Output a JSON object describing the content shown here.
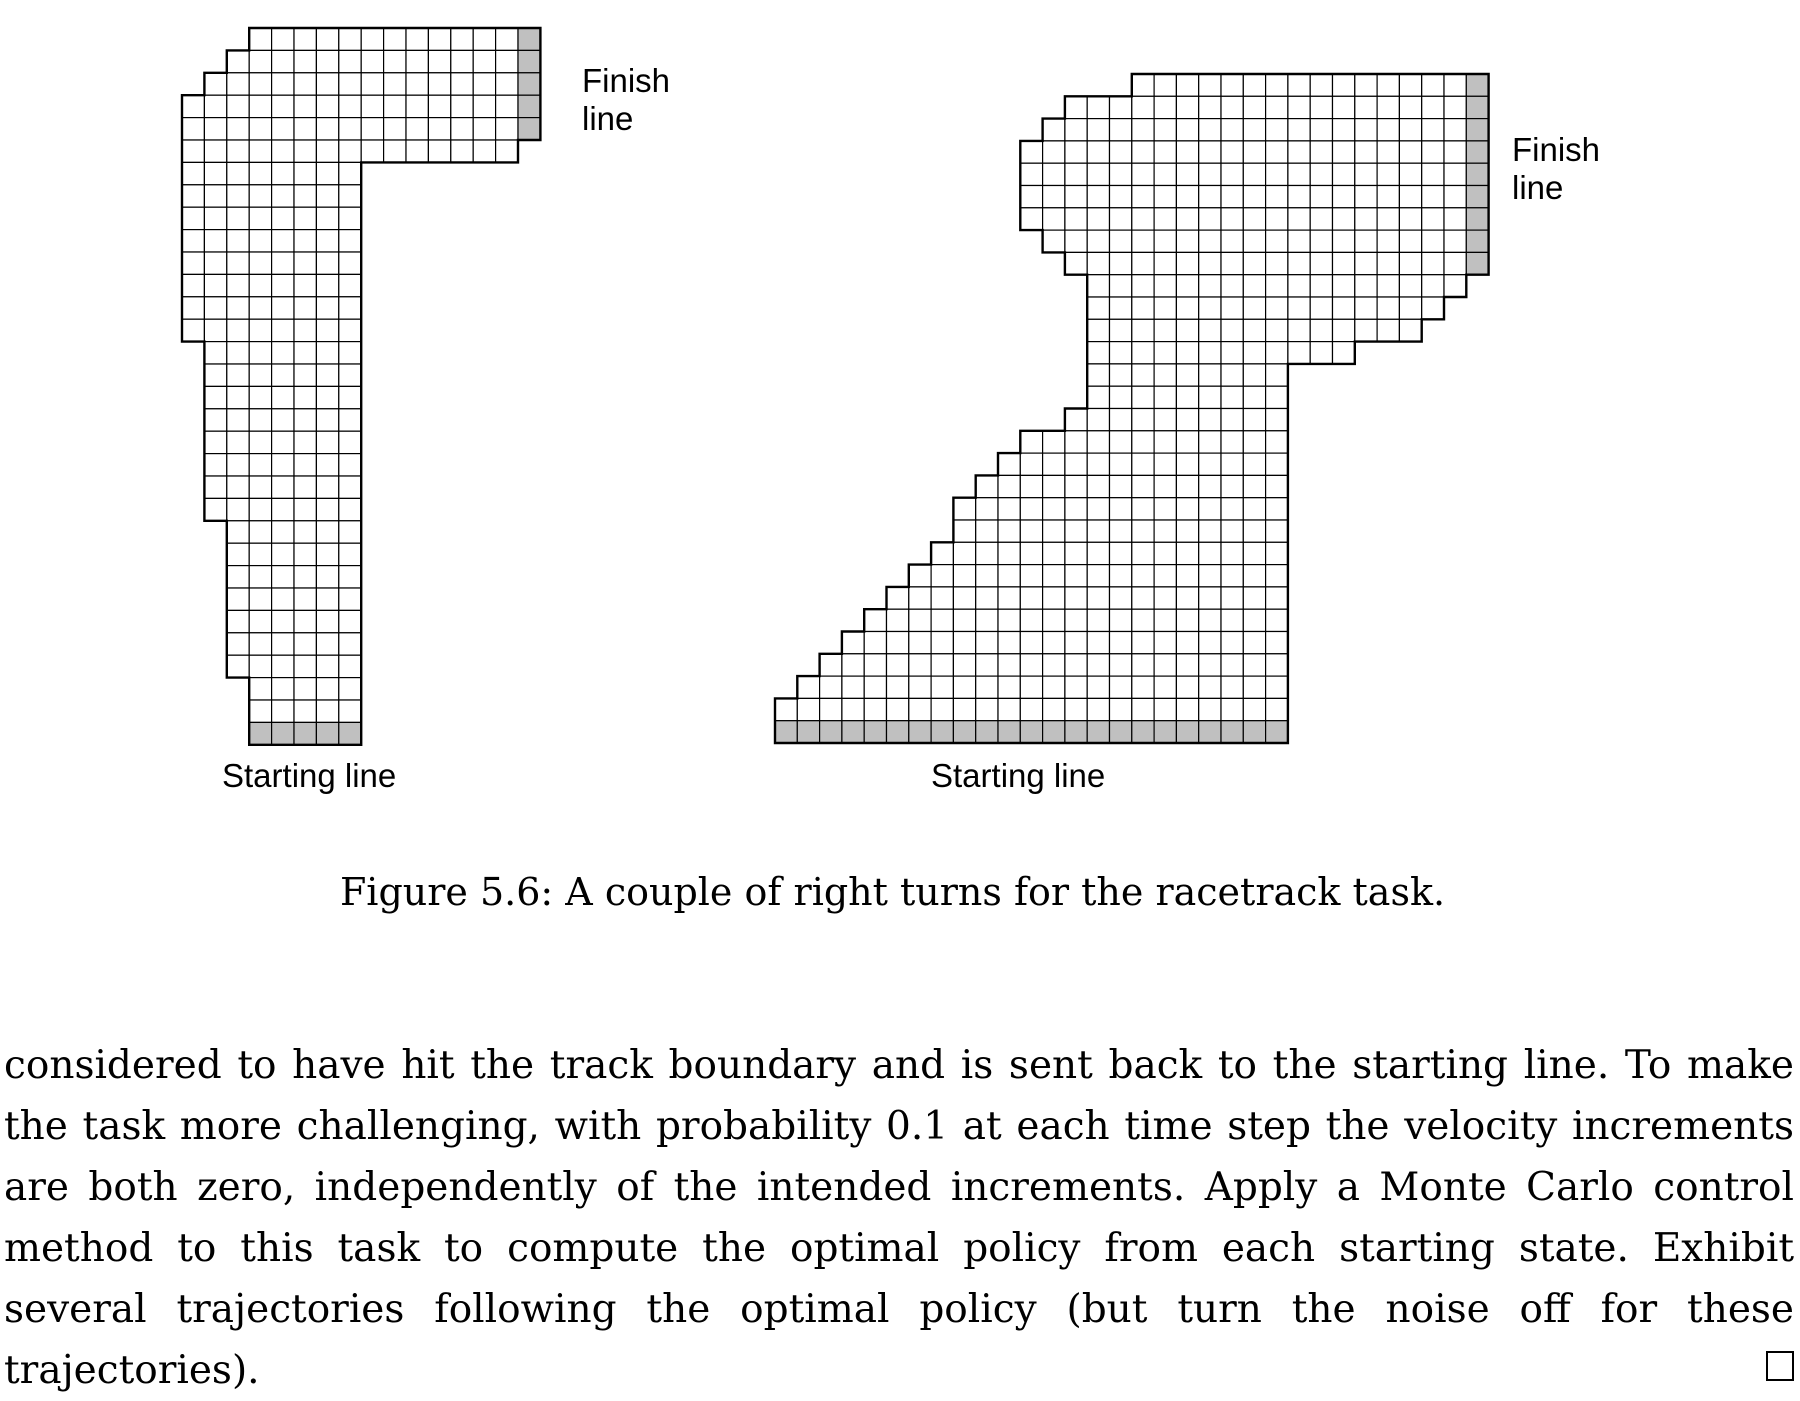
{
  "figure": {
    "left_track": {
      "finish_label": "Finish\nline",
      "start_label": "Starting line",
      "rows": [
        {
          "from": 3,
          "to": 16
        },
        {
          "from": 2,
          "to": 16
        },
        {
          "from": 1,
          "to": 16
        },
        {
          "from": 0,
          "to": 16
        },
        {
          "from": 0,
          "to": 16
        },
        {
          "from": 0,
          "to": 15
        },
        {
          "from": 0,
          "to": 8
        },
        {
          "from": 0,
          "to": 8
        },
        {
          "from": 0,
          "to": 8
        },
        {
          "from": 0,
          "to": 8
        },
        {
          "from": 0,
          "to": 8
        },
        {
          "from": 0,
          "to": 8
        },
        {
          "from": 0,
          "to": 8
        },
        {
          "from": 0,
          "to": 8
        },
        {
          "from": 1,
          "to": 8
        },
        {
          "from": 1,
          "to": 8
        },
        {
          "from": 1,
          "to": 8
        },
        {
          "from": 1,
          "to": 8
        },
        {
          "from": 1,
          "to": 8
        },
        {
          "from": 1,
          "to": 8
        },
        {
          "from": 1,
          "to": 8
        },
        {
          "from": 1,
          "to": 8
        },
        {
          "from": 2,
          "to": 8
        },
        {
          "from": 2,
          "to": 8
        },
        {
          "from": 2,
          "to": 8
        },
        {
          "from": 2,
          "to": 8
        },
        {
          "from": 2,
          "to": 8
        },
        {
          "from": 2,
          "to": 8
        },
        {
          "from": 2,
          "to": 8
        },
        {
          "from": 3,
          "to": 8
        },
        {
          "from": 3,
          "to": 8
        },
        {
          "from": 3,
          "to": 8
        }
      ]
    },
    "right_track": {
      "finish_label": "Finish\nline",
      "start_label": "Starting line",
      "rows": [
        {
          "from": 16,
          "to": 32
        },
        {
          "from": 13,
          "to": 32
        },
        {
          "from": 12,
          "to": 32
        },
        {
          "from": 11,
          "to": 32
        },
        {
          "from": 11,
          "to": 32
        },
        {
          "from": 11,
          "to": 32
        },
        {
          "from": 11,
          "to": 32
        },
        {
          "from": 12,
          "to": 32
        },
        {
          "from": 13,
          "to": 32
        },
        {
          "from": 14,
          "to": 31
        },
        {
          "from": 14,
          "to": 30
        },
        {
          "from": 14,
          "to": 29
        },
        {
          "from": 14,
          "to": 26
        },
        {
          "from": 14,
          "to": 23
        },
        {
          "from": 14,
          "to": 23
        },
        {
          "from": 13,
          "to": 23
        },
        {
          "from": 11,
          "to": 23
        },
        {
          "from": 10,
          "to": 23
        },
        {
          "from": 9,
          "to": 23
        },
        {
          "from": 8,
          "to": 23
        },
        {
          "from": 8,
          "to": 23
        },
        {
          "from": 7,
          "to": 23
        },
        {
          "from": 6,
          "to": 23
        },
        {
          "from": 5,
          "to": 23
        },
        {
          "from": 4,
          "to": 23
        },
        {
          "from": 3,
          "to": 23
        },
        {
          "from": 2,
          "to": 23
        },
        {
          "from": 1,
          "to": 23
        },
        {
          "from": 0,
          "to": 23
        },
        {
          "from": 0,
          "to": 23
        }
      ]
    },
    "finish_color": "#c0c0c0",
    "line_color": "#000000"
  },
  "caption": "Figure 5.6: A couple of right turns for the racetrack task.",
  "body_text": "considered to have hit the track boundary and is sent back to the starting line. To make the task more challenging, with probability 0.1 at each time step the velocity increments are both zero, independently of the intended increments. Apply a Monte Carlo control method to this task to compute the optimal policy from each starting state. Exhibit several trajectories following the optimal policy (but turn the noise off for these trajectories)."
}
